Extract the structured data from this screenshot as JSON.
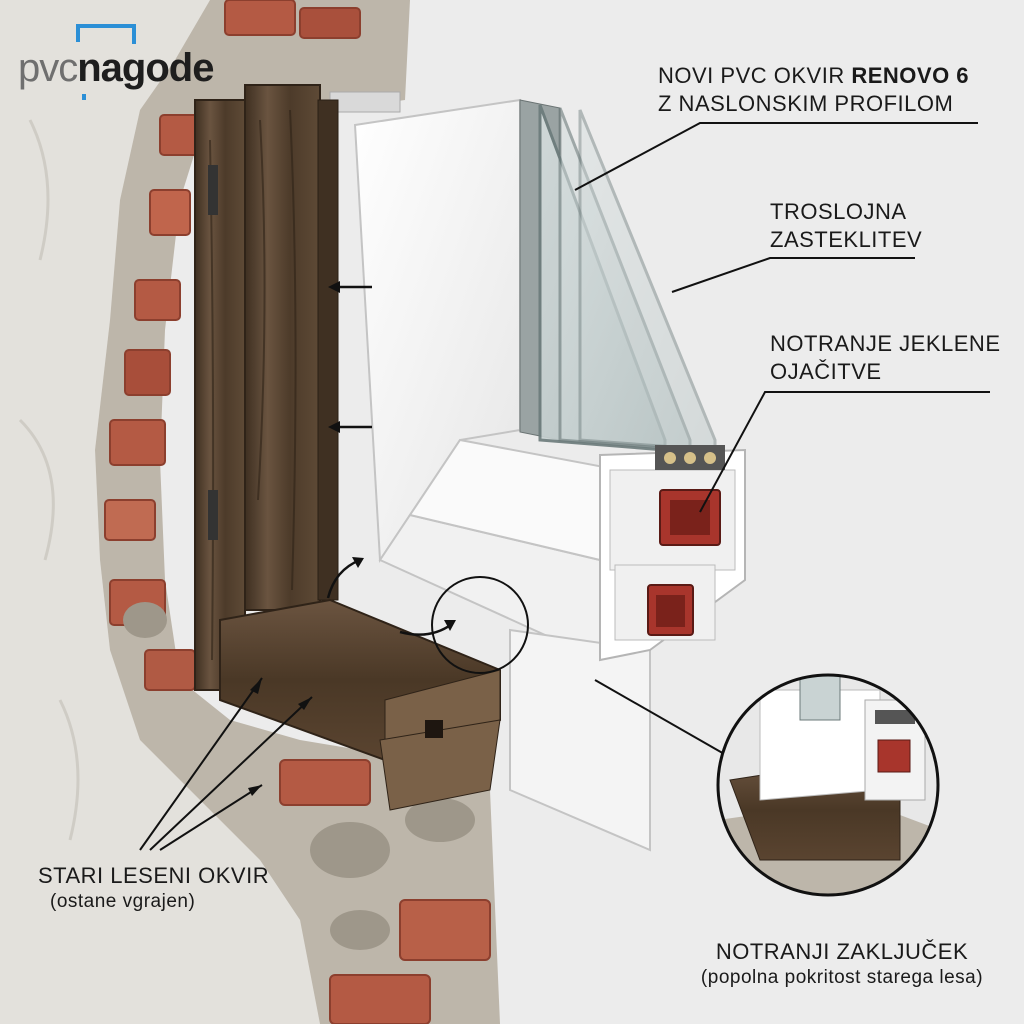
{
  "logo": {
    "part1": "pvc",
    "part2": "nagode"
  },
  "labels": {
    "frame_line1_prefix": "NOVI PVC OKVIR ",
    "frame_line1_bold": "RENOVO 6",
    "frame_line2": "Z NASLONSKIM PROFILOM",
    "glazing_line1": "TROSLOJNA",
    "glazing_line2": "ZASTEKLITEV",
    "steel_line1": "NOTRANJE JEKLENE",
    "steel_line2": "OJAČITVE",
    "old_frame_line1": "STARI LESENI OKVIR",
    "old_frame_line2": "(ostane vgrajen)",
    "finish_line1": "NOTRANJI ZAKLJUČEK",
    "finish_line2": "(popolna pokritost starega lesa)"
  },
  "colors": {
    "wall": "#e3e1dc",
    "brick": "#b45a44",
    "wood": "#5a4632",
    "pvc": "#f7f7f7",
    "glass": "#c9d3d3",
    "steel_red": "#a8352c",
    "logo_accent": "#2b8fd6"
  }
}
